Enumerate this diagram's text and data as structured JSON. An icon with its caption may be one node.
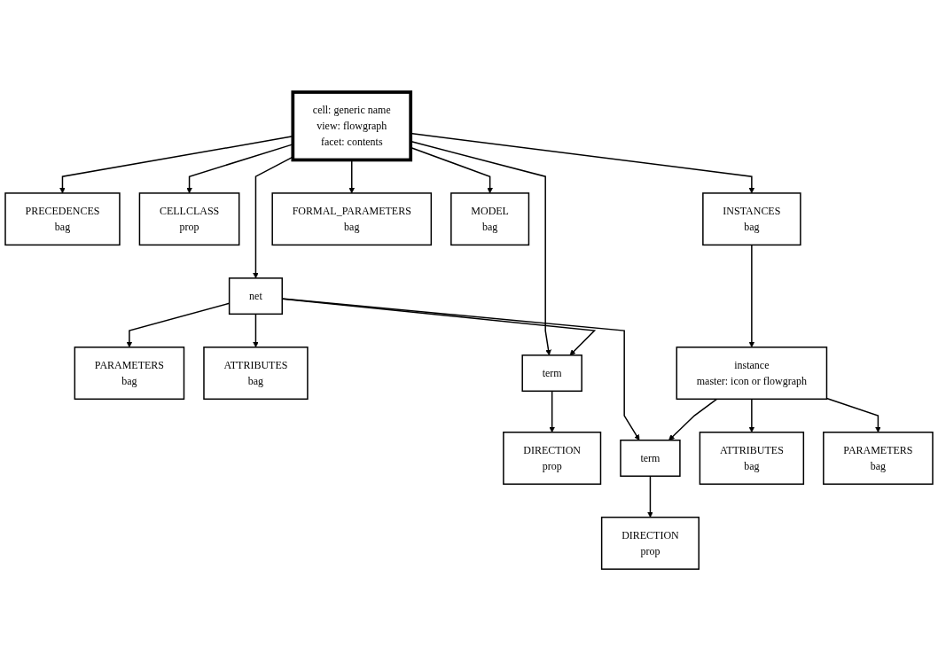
{
  "diagram": {
    "nodes": [
      {
        "text": [
          "cell: generic name",
          "view: flowgraph",
          "facet: contents"
        ]
      },
      {
        "text": [
          "PRECEDENCES",
          "bag"
        ]
      },
      {
        "text": [
          "CELLCLASS",
          "prop"
        ]
      },
      {
        "text": [
          "INSTANCES",
          "bag"
        ]
      },
      {
        "text": [
          "FORMAL_PARAMETERS",
          "bag"
        ]
      },
      {
        "text": [
          "PARAMETERS",
          "bag"
        ]
      },
      {
        "text": [
          "net"
        ]
      },
      {
        "text": [
          "ATTRIBUTES",
          "bag"
        ]
      },
      {
        "text": [
          "MODEL",
          "bag"
        ]
      },
      {
        "text": [
          "term"
        ]
      },
      {
        "text": [
          "DIRECTION",
          "prop"
        ]
      },
      {
        "text": [
          "instance",
          "master: icon or flowgraph"
        ]
      },
      {
        "text": [
          "term"
        ]
      },
      {
        "text": [
          "ATTRIBUTES",
          "bag"
        ]
      },
      {
        "text": [
          "DIRECTION",
          "prop"
        ]
      },
      {
        "text": [
          "PARAMETERS",
          "bag"
        ]
      }
    ],
    "edges": [
      {
        "from": 0,
        "to": 1,
        "arrow": "to"
      },
      {
        "from": 0,
        "to": 2,
        "arrow": "to"
      },
      {
        "from": 0,
        "to": 3,
        "arrow": "to"
      },
      {
        "from": 0,
        "to": 4,
        "arrow": "to"
      },
      {
        "from": 0,
        "to": 6,
        "arrow": "to"
      },
      {
        "from": 0,
        "to": 9,
        "arrow": "to"
      },
      {
        "from": 0,
        "to": 8,
        "arrow": "to"
      },
      {
        "from": 3,
        "to": 11,
        "arrow": "to"
      },
      {
        "from": 6,
        "to": 5,
        "arrow": "to"
      },
      {
        "from": 6,
        "to": 7,
        "arrow": "to"
      },
      {
        "from": 6,
        "to": 9,
        "arrow": "to"
      },
      {
        "from": 6,
        "to": 12,
        "arrow": "to"
      },
      {
        "from": 9,
        "to": 10,
        "arrow": "to"
      },
      {
        "from": 11,
        "to": 12,
        "arrow": "to"
      },
      {
        "from": 11,
        "to": 13,
        "arrow": "to"
      },
      {
        "from": 11,
        "to": 15,
        "arrow": "to"
      },
      {
        "from": 12,
        "to": 14,
        "arrow": "to"
      }
    ]
  }
}
